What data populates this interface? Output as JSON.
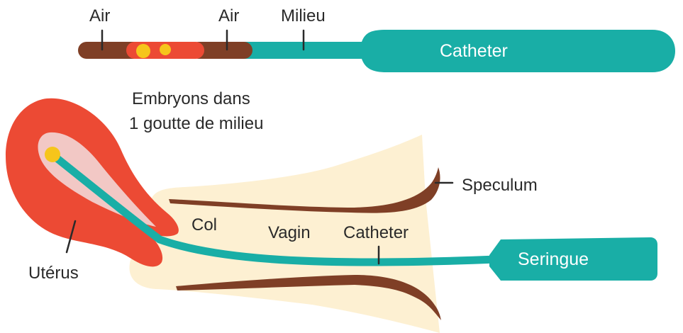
{
  "colors": {
    "teal": "#19aea6",
    "brown": "#7f3f26",
    "red": "#ec4a34",
    "yellow": "#f6c51b",
    "cream": "#fdf0d2",
    "uterus_inner": "#f2c8c5"
  },
  "top_diagram": {
    "air_left_label": "Air",
    "air_right_label": "Air",
    "milieu_label": "Milieu",
    "catheter_label": "Catheter"
  },
  "main_diagram": {
    "embryos_line1": "Embryons dans",
    "embryos_line2": "1 goutte de milieu",
    "speculum_label": "Speculum",
    "col_label": "Col",
    "vagin_label": "Vagin",
    "catheter_label": "Catheter",
    "seringue_label": "Seringue",
    "uterus_label": "Utérus"
  }
}
